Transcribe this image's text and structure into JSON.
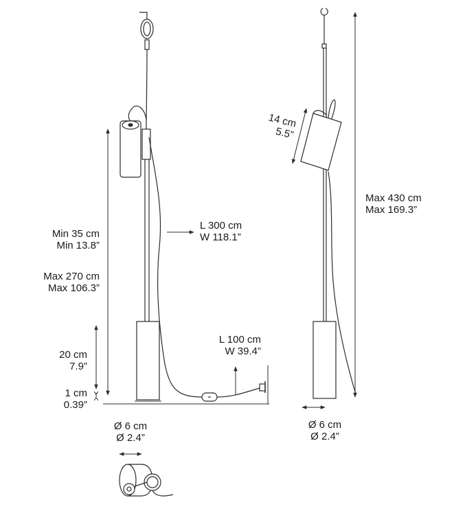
{
  "dimensions": {
    "min_height": {
      "cm": "Min 35 cm",
      "in": "Min 13.8”"
    },
    "max_height": {
      "cm": "Max 270 cm",
      "in": "Max 106.3”"
    },
    "base_height": {
      "cm": "20 cm",
      "in": "7.9”"
    },
    "plinth_height": {
      "cm": "1 cm",
      "in": "0.39”"
    },
    "cable_length": {
      "cm": "L 300 cm",
      "in": "W 118.1”"
    },
    "plug_cable_length": {
      "cm": "L 100 cm",
      "in": "W 39.4”"
    },
    "base_diameter_left": {
      "cm": "Ø 6 cm",
      "in": "Ø 2.4”"
    },
    "shade_length": {
      "cm": "14 cm",
      "in": "5.5”"
    },
    "total_height": {
      "cm": "Max 430 cm",
      "in": "Max 169.3”"
    },
    "base_diameter_right": {
      "cm": "Ø 6 cm",
      "in": "Ø 2.4”"
    }
  },
  "colors": {
    "line": "#2b2b2b",
    "body": "#ffffff"
  }
}
